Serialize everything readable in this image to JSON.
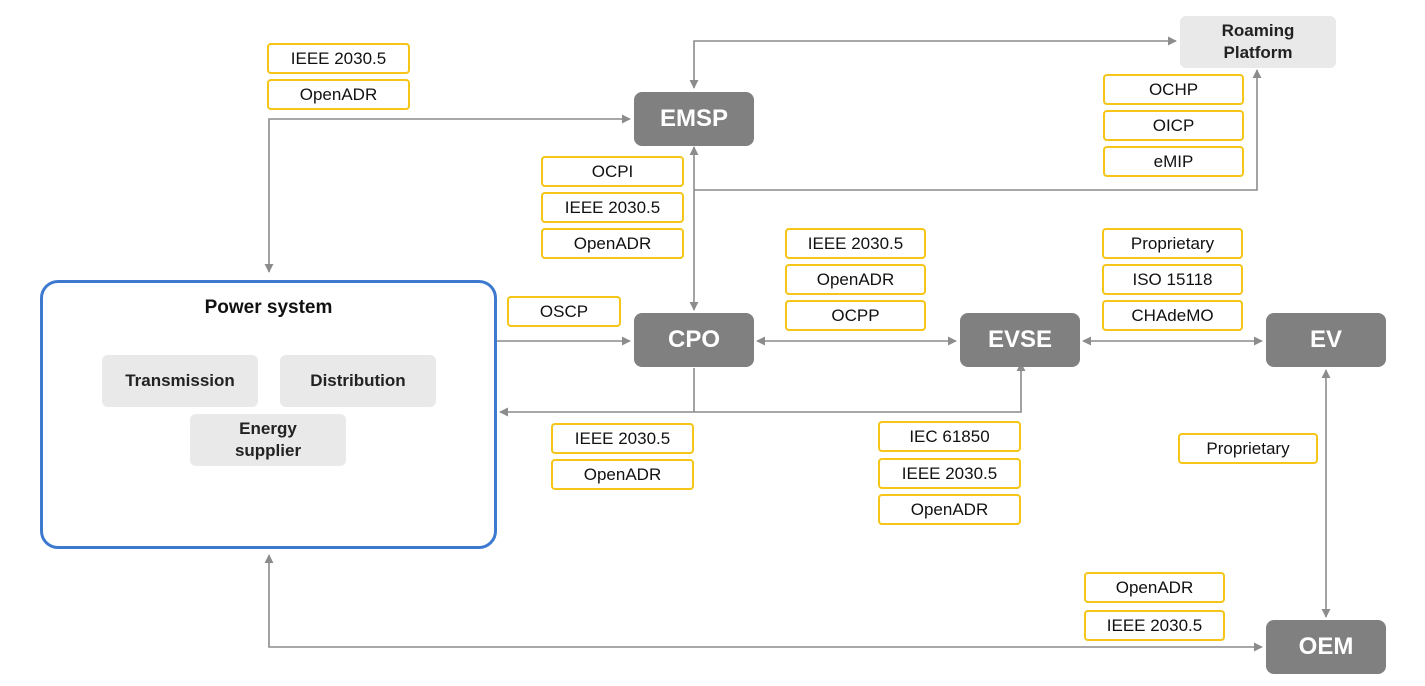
{
  "nodes": {
    "emsp": "EMSP",
    "cpo": "CPO",
    "evse": "EVSE",
    "ev": "EV",
    "oem": "OEM",
    "roaming_platform": "Roaming Platform"
  },
  "power_system": {
    "title": "Power system",
    "transmission": "Transmission",
    "distribution": "Distribution",
    "energy_supplier": "Energy supplier"
  },
  "protocol_groups": {
    "power_to_emsp": [
      "IEEE 2030.5",
      "OpenADR"
    ],
    "emsp_to_cpo": [
      "OCPI",
      "IEEE 2030.5",
      "OpenADR"
    ],
    "emsp_to_roaming": [
      "OCHP",
      "OICP",
      "eMIP"
    ],
    "power_to_cpo": [
      "OSCP"
    ],
    "cpo_to_evse": [
      "IEEE 2030.5",
      "OpenADR",
      "OCPP"
    ],
    "evse_to_ev": [
      "Proprietary",
      "ISO 15118",
      "CHAdeMO"
    ],
    "cpo_to_power": [
      "IEEE 2030.5",
      "OpenADR"
    ],
    "evse_to_power": [
      "IEC 61850",
      "IEEE 2030.5",
      "OpenADR"
    ],
    "ev_to_oem": [
      "Proprietary"
    ],
    "oem_to_power": [
      "OpenADR",
      "IEEE 2030.5"
    ]
  },
  "colors": {
    "node_fill": "#808080",
    "protocol_border": "#f5c518",
    "power_system_border": "#3d79cf",
    "connector": "#8c8c8c"
  }
}
